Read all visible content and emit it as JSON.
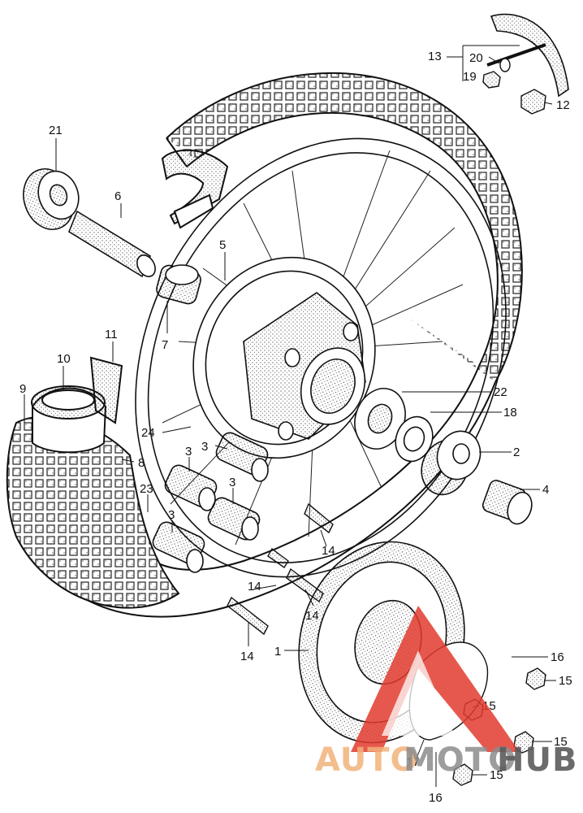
{
  "callouts": [
    {
      "id": "1",
      "text": "1"
    },
    {
      "id": "2",
      "text": "2"
    },
    {
      "id": "3a",
      "text": "3"
    },
    {
      "id": "3b",
      "text": "3"
    },
    {
      "id": "3c",
      "text": "3"
    },
    {
      "id": "3d",
      "text": "3"
    },
    {
      "id": "4",
      "text": "4"
    },
    {
      "id": "5",
      "text": "5"
    },
    {
      "id": "6",
      "text": "6"
    },
    {
      "id": "7",
      "text": "7"
    },
    {
      "id": "8",
      "text": "8"
    },
    {
      "id": "9",
      "text": "9"
    },
    {
      "id": "10",
      "text": "10"
    },
    {
      "id": "11",
      "text": "11"
    },
    {
      "id": "12",
      "text": "12"
    },
    {
      "id": "13",
      "text": "13"
    },
    {
      "id": "14a",
      "text": "14"
    },
    {
      "id": "14b",
      "text": "14"
    },
    {
      "id": "14c",
      "text": "14"
    },
    {
      "id": "14d",
      "text": "14"
    },
    {
      "id": "15a",
      "text": "15"
    },
    {
      "id": "15b",
      "text": "15"
    },
    {
      "id": "15c",
      "text": "15"
    },
    {
      "id": "15d",
      "text": "15"
    },
    {
      "id": "16a",
      "text": "16"
    },
    {
      "id": "16b",
      "text": "16"
    },
    {
      "id": "17",
      "text": "17"
    },
    {
      "id": "18",
      "text": "18"
    },
    {
      "id": "19",
      "text": "19"
    },
    {
      "id": "20",
      "text": "20"
    },
    {
      "id": "21",
      "text": "21"
    },
    {
      "id": "22",
      "text": "22"
    },
    {
      "id": "23",
      "text": "23"
    },
    {
      "id": "24",
      "text": "24"
    }
  ],
  "watermark": {
    "part1": "AUTO",
    "part2": "MOTO",
    "part3": "HUB",
    "colors": {
      "auto": "#f2b27a",
      "moto": "#8c8c8c",
      "hub": "#5c5c5c",
      "triangle": "#e23b2e"
    }
  }
}
